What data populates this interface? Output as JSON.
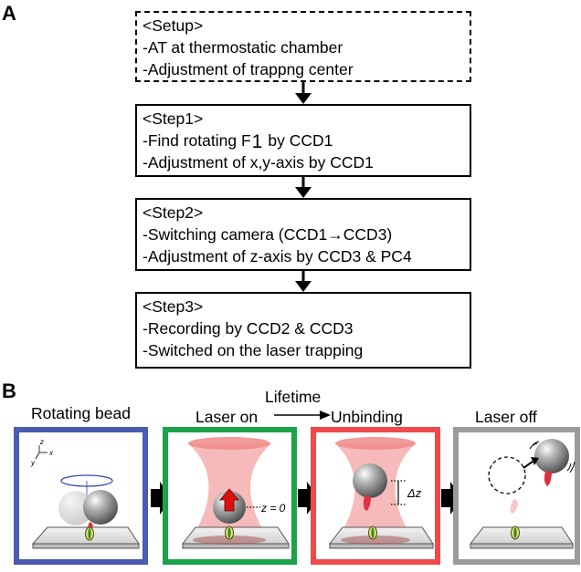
{
  "panel_labels": {
    "a": "A",
    "b": "B"
  },
  "flow": {
    "setup": {
      "title": "<Setup>",
      "lines": [
        "-AT at thermostatic chamber",
        "-Adjustment of trappng center"
      ]
    },
    "step1": {
      "title": "<Step1>",
      "line1_prefix": "-Find rotating F",
      "line1_sub": "1",
      "line1_suffix": "by CCD1",
      "line2": "-Adjustment of x,y-axis by CCD1"
    },
    "step2": {
      "title": "<Step2>",
      "lines": [
        "-Switching camera (CCD1→CCD3)",
        "-Adjustment of z-axis by CCD3 & PC4"
      ]
    },
    "step3": {
      "title": "<Step3>",
      "lines": [
        "-Recording by CCD2 & CCD3",
        "-Switched on the laser trapping"
      ]
    }
  },
  "stages": {
    "rotating": {
      "label": "Rotating bead",
      "frame_color": "#4a5bb0"
    },
    "laser_on": {
      "label": "Laser on",
      "frame_color": "#1aa34a",
      "z_label": "z = 0"
    },
    "unbinding": {
      "label": "Unbinding",
      "frame_color": "#ef4a4a",
      "dz_label": "Δz"
    },
    "laser_off": {
      "label": "Laser off",
      "frame_color": "#9b9b9b"
    },
    "lifetime_label": "Lifetime"
  },
  "axes": {
    "x": "x",
    "y": "y",
    "z": "z"
  },
  "colors": {
    "laser": "#f4a3a3",
    "bead": "#6f6f6f",
    "motor": "#e8e060",
    "stalk": "#e0303f",
    "up_arrow": "#e01010"
  }
}
